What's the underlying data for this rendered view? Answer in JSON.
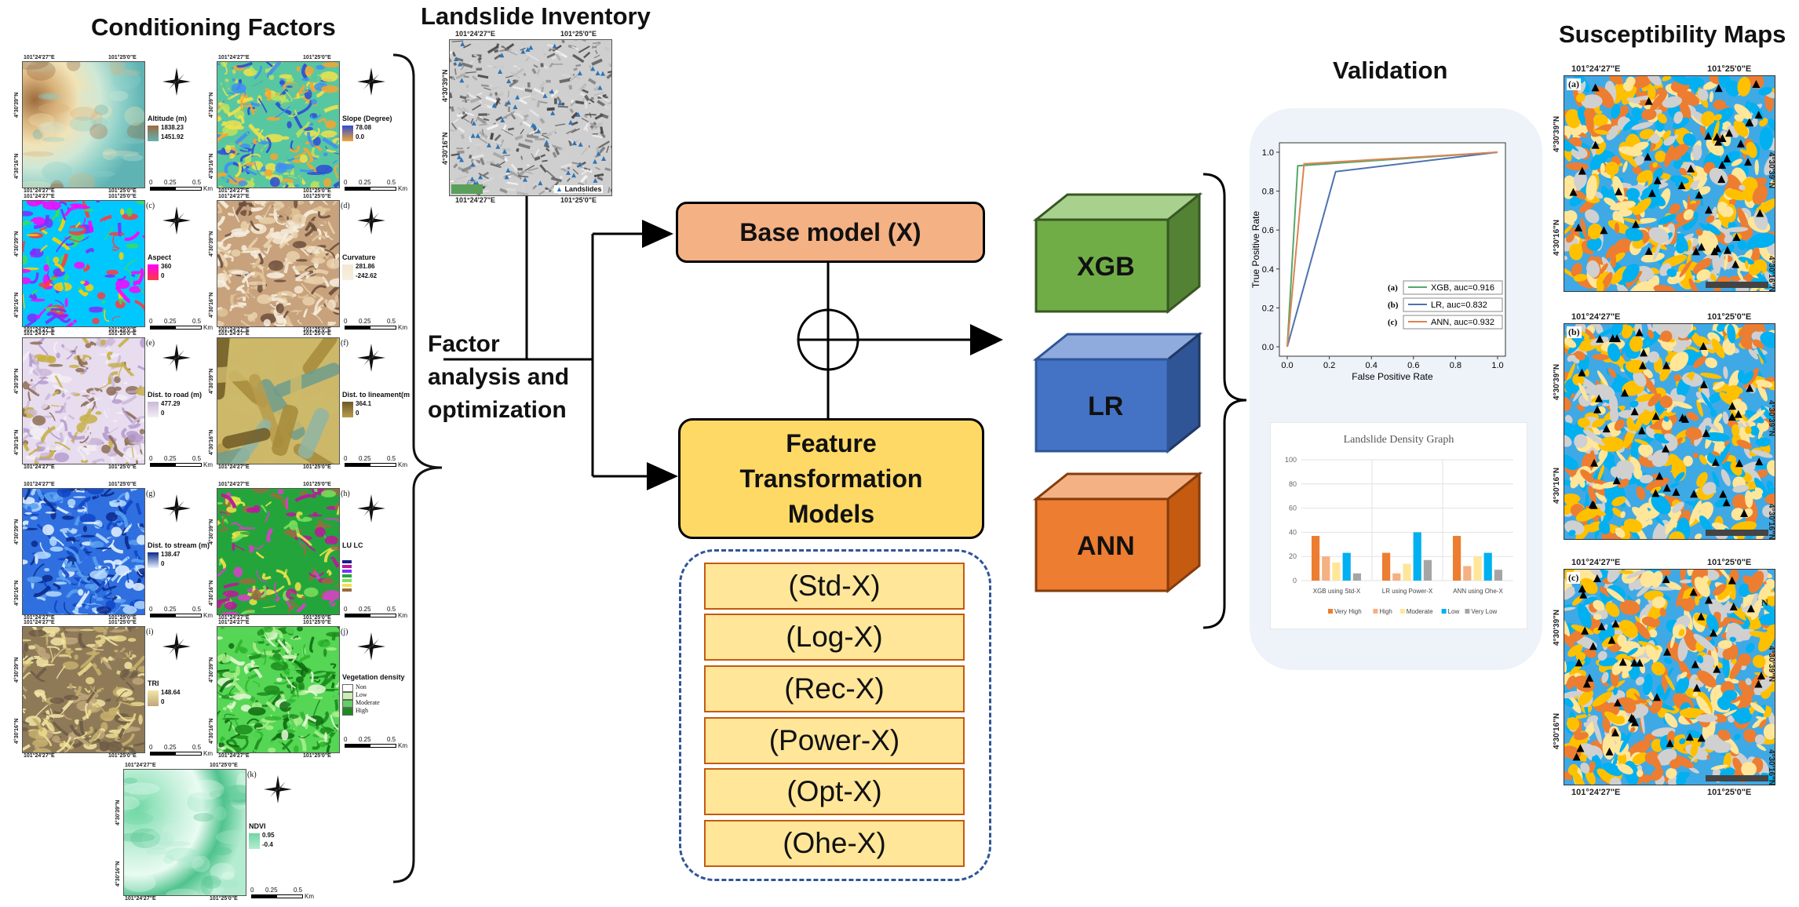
{
  "headings": {
    "conditioning": "Conditioning Factors",
    "inventory": "Landslide Inventory",
    "validation": "Validation",
    "susceptibility": "Susceptibility Maps"
  },
  "coords": {
    "lon_west": "101°24'27\"E",
    "lon_east": "101°25'0\"E",
    "lon_east_alt": "101°25'0\"E",
    "lat_north": "4°30'39\"N",
    "lat_south": "4°30'16\"N",
    "lat_a": "4°30'39\"N",
    "lat_b": "4°30'16\"N"
  },
  "factors": [
    {
      "id": "a",
      "label": "",
      "title": "Altitude (m)",
      "hi": "1838.23",
      "lo": "1451.92"
    },
    {
      "id": "b",
      "label": "",
      "title": "Slope (Degree)",
      "hi": "78.08",
      "lo": "0.0"
    },
    {
      "id": "c",
      "label": "(c)",
      "title": "Aspect",
      "hi": "360",
      "lo": "0"
    },
    {
      "id": "d",
      "label": "(d)",
      "title": "Curvature",
      "hi": "281.86",
      "lo": "-242.62"
    },
    {
      "id": "e",
      "label": "(e)",
      "title": "Dist. to road (m)",
      "hi": "477.29",
      "lo": "0"
    },
    {
      "id": "f",
      "label": "(f)",
      "title": "Dist. to lineament(m",
      "hi": "364.1",
      "lo": "0"
    },
    {
      "id": "g",
      "label": "(g)",
      "title": "Dist. to stream (m)",
      "hi": "138.47",
      "lo": "0"
    },
    {
      "id": "h",
      "label": "(h)",
      "title": "LU LC",
      "hi": "",
      "lo": ""
    },
    {
      "id": "i",
      "label": "(i)",
      "title": "TRI",
      "hi": "148.64",
      "lo": "0"
    },
    {
      "id": "j",
      "label": "(j)",
      "title": "Vegetation density",
      "hi": "",
      "lo": ""
    },
    {
      "id": "k",
      "label": "(k)",
      "title": "NDVI",
      "hi": "0.95",
      "lo": "-0.4"
    }
  ],
  "vegetation_classes": [
    "Non",
    "Low",
    "Moderate",
    "High"
  ],
  "scale": {
    "zero": "0",
    "mid": "0.25",
    "max": "0.5",
    "unit": "Km"
  },
  "inventory_legend": "Landslides",
  "factor_text": [
    "Factor",
    "analysis and",
    "optimization"
  ],
  "base_model": "Base model (X)",
  "feature_models": [
    "Feature",
    "Transformation",
    "Models"
  ],
  "transforms": [
    "(Std-X)",
    "(Log-X)",
    "(Rec-X)",
    "(Power-X)",
    "(Opt-X)",
    "(Ohe-X)"
  ],
  "models": [
    "XGB",
    "LR",
    "ANN"
  ],
  "colors": {
    "base_model": "#f4b183",
    "feature_box": "#ffd966",
    "xgb": "#70ad47",
    "lr": "#4472c4",
    "ann": "#ed7d31"
  },
  "chart_data": [
    {
      "type": "line",
      "title": "",
      "xlabel": "False Positive Rate",
      "ylabel": "True Positive Rate",
      "xlim": [
        0,
        1
      ],
      "ylim": [
        0,
        1
      ],
      "ticks": [
        "0.0",
        "0.2",
        "0.4",
        "0.6",
        "0.8",
        "1.0"
      ],
      "series": [
        {
          "key": "(a)",
          "name": "XGB, auc=0.916",
          "color": "#55a868",
          "x": [
            0,
            0.05,
            1
          ],
          "y": [
            0,
            0.93,
            1
          ]
        },
        {
          "key": "(b)",
          "name": "LR, auc=0.832",
          "color": "#4c72b0",
          "x": [
            0,
            0.23,
            1
          ],
          "y": [
            0,
            0.9,
            1
          ]
        },
        {
          "key": "(c)",
          "name": "ANN, auc=0.932",
          "color": "#dd8452",
          "x": [
            0,
            0.08,
            1
          ],
          "y": [
            0,
            0.94,
            1
          ]
        }
      ]
    },
    {
      "type": "bar",
      "title": "Landslide Density Graph",
      "ylim": [
        0,
        100
      ],
      "yticks": [
        "0",
        "20",
        "40",
        "60",
        "80",
        "100"
      ],
      "categories": [
        "XGB using Std-X",
        "LR using Power-X",
        "ANN using Ohe-X"
      ],
      "series": [
        {
          "name": "Very High",
          "color": "#ed7d31",
          "values": [
            37,
            23,
            37
          ]
        },
        {
          "name": "High",
          "color": "#f4b183",
          "values": [
            20,
            6,
            12
          ]
        },
        {
          "name": "Moderate",
          "color": "#ffe699",
          "values": [
            15,
            14,
            20
          ]
        },
        {
          "name": "Low",
          "color": "#00b0f0",
          "values": [
            23,
            40,
            23
          ]
        },
        {
          "name": "Very Low",
          "color": "#a5a5a5",
          "values": [
            6,
            17,
            9
          ]
        }
      ]
    }
  ],
  "susceptibility_labels": [
    "(a)",
    "(b)",
    "(c)"
  ],
  "north_letter": "N"
}
